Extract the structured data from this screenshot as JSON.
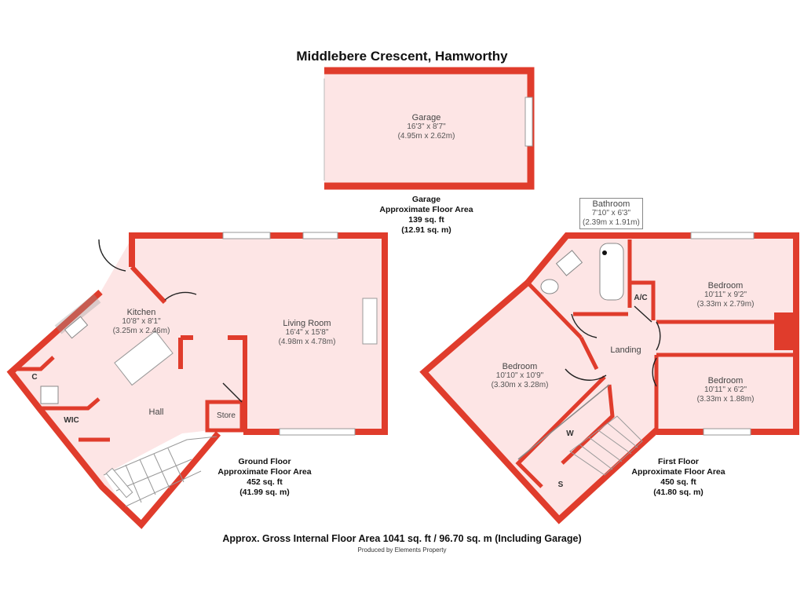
{
  "title": "Middlebere Crescent, Hamworthy",
  "colors": {
    "wall": "#e03c2c",
    "room_fill": "#fde5e5",
    "text": "#555555"
  },
  "rooms": {
    "garage": {
      "name": "Garage",
      "imperial": "16'3\" x 8'7\"",
      "metric": "(4.95m x 2.62m)"
    },
    "kitchen": {
      "name": "Kitchen",
      "imperial": "10'8\" x 8'1\"",
      "metric": "(3.25m x 2.46m)"
    },
    "living": {
      "name": "Living Room",
      "imperial": "16'4\" x 15'8\"",
      "metric": "(4.98m x 4.78m)"
    },
    "hall": {
      "name": "Hall"
    },
    "store": {
      "name": "Store"
    },
    "cupboard": {
      "name": "C"
    },
    "wic": {
      "name": "WIC"
    },
    "bathroom": {
      "name": "Bathroom",
      "imperial": "7'10\" x 6'3\"",
      "metric": "(2.39m x 1.91m)"
    },
    "bedroom1": {
      "name": "Bedroom",
      "imperial": "10'11\" x 9'2\"",
      "metric": "(3.33m x 2.79m)"
    },
    "bedroom2": {
      "name": "Bedroom",
      "imperial": "10'10\" x 10'9\"",
      "metric": "(3.30m x 3.28m)"
    },
    "bedroom3": {
      "name": "Bedroom",
      "imperial": "10'11\" x 6'2\"",
      "metric": "(3.33m x 1.88m)"
    },
    "landing": {
      "name": "Landing"
    },
    "ac": {
      "name": "A/C"
    },
    "w": {
      "name": "W"
    },
    "s": {
      "name": "S"
    }
  },
  "areas": {
    "garage": {
      "l1": "Garage",
      "l2": "Approximate Floor Area",
      "l3": "139 sq. ft",
      "l4": "(12.91 sq. m)"
    },
    "ground": {
      "l1": "Ground Floor",
      "l2": "Approximate Floor Area",
      "l3": "452 sq. ft",
      "l4": "(41.99 sq. m)"
    },
    "first": {
      "l1": "First Floor",
      "l2": "Approximate Floor Area",
      "l3": "450 sq. ft",
      "l4": "(41.80 sq. m)"
    }
  },
  "gross": "Approx. Gross Internal Floor Area 1041 sq. ft / 96.70 sq. m (Including Garage)",
  "credit": "Produced by Elements Property"
}
